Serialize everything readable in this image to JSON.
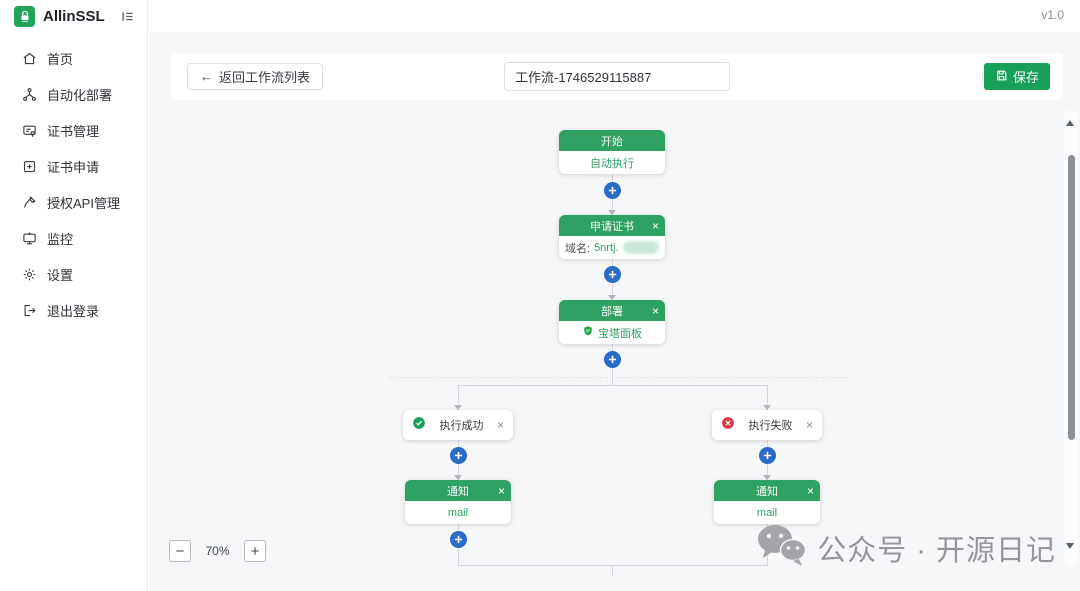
{
  "app": {
    "brand": "AllinSSL",
    "version": "v1.0"
  },
  "sidebar": {
    "items": [
      {
        "label": "首页",
        "icon": "home-icon"
      },
      {
        "label": "自动化部署",
        "icon": "workflow-icon"
      },
      {
        "label": "证书管理",
        "icon": "certificate-icon"
      },
      {
        "label": "证书申请",
        "icon": "cert-apply-icon"
      },
      {
        "label": "授权API管理",
        "icon": "api-pen-icon"
      },
      {
        "label": "监控",
        "icon": "monitor-icon"
      },
      {
        "label": "设置",
        "icon": "settings-icon"
      },
      {
        "label": "退出登录",
        "icon": "logout-icon"
      }
    ]
  },
  "toolbar": {
    "back_arrow": "←",
    "back_label": "返回工作流列表",
    "workflow_name": "工作流-1746529115887",
    "save_label": "保存"
  },
  "flow": {
    "start": {
      "title": "开始",
      "body": "自动执行"
    },
    "apply": {
      "title": "申请证书",
      "close": "×",
      "domain_label": "域名:",
      "domain_value": "5nrtj."
    },
    "deploy": {
      "title": "部署",
      "close": "×",
      "provider": "宝塔面板"
    },
    "branch_success": {
      "label": "执行成功",
      "close": "×"
    },
    "branch_fail": {
      "label": "执行失败",
      "close": "×"
    },
    "notify_left": {
      "title": "通知",
      "close": "×",
      "channel": "mail"
    },
    "notify_right": {
      "title": "通知",
      "close": "×",
      "channel": "mail"
    }
  },
  "zoom": {
    "out": "−",
    "level": "70%",
    "in": "+"
  },
  "watermark": {
    "text": "公众号 · 开源日记"
  },
  "colors": {
    "node_header_green": "#2fa263",
    "save_green": "#18a058",
    "plus_blue": "#2a6bc8",
    "success_green": "#18a058",
    "error_red": "#da3b43",
    "baota_green": "#20a53a",
    "canvas_bg": "#f6f7f9"
  }
}
